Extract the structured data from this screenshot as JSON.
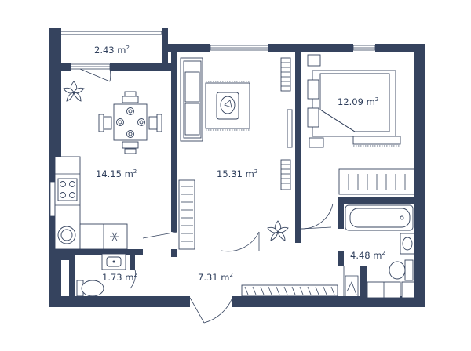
{
  "rooms": [
    {
      "id": "balcony",
      "area": "2.43 m",
      "sup": "2"
    },
    {
      "id": "kitchen",
      "area": "14.15 m",
      "sup": "2"
    },
    {
      "id": "living",
      "area": "15.31 m",
      "sup": "2"
    },
    {
      "id": "bedroom",
      "area": "12.09 m",
      "sup": "2"
    },
    {
      "id": "bathroom",
      "area": "4.48 m",
      "sup": "2"
    },
    {
      "id": "wc",
      "area": "1.73 m",
      "sup": "2"
    },
    {
      "id": "hall",
      "area": "7.31 m",
      "sup": "2"
    }
  ],
  "colors": {
    "wall": "#35435e",
    "text": "#2f3f5c",
    "background": "#ffffff"
  }
}
